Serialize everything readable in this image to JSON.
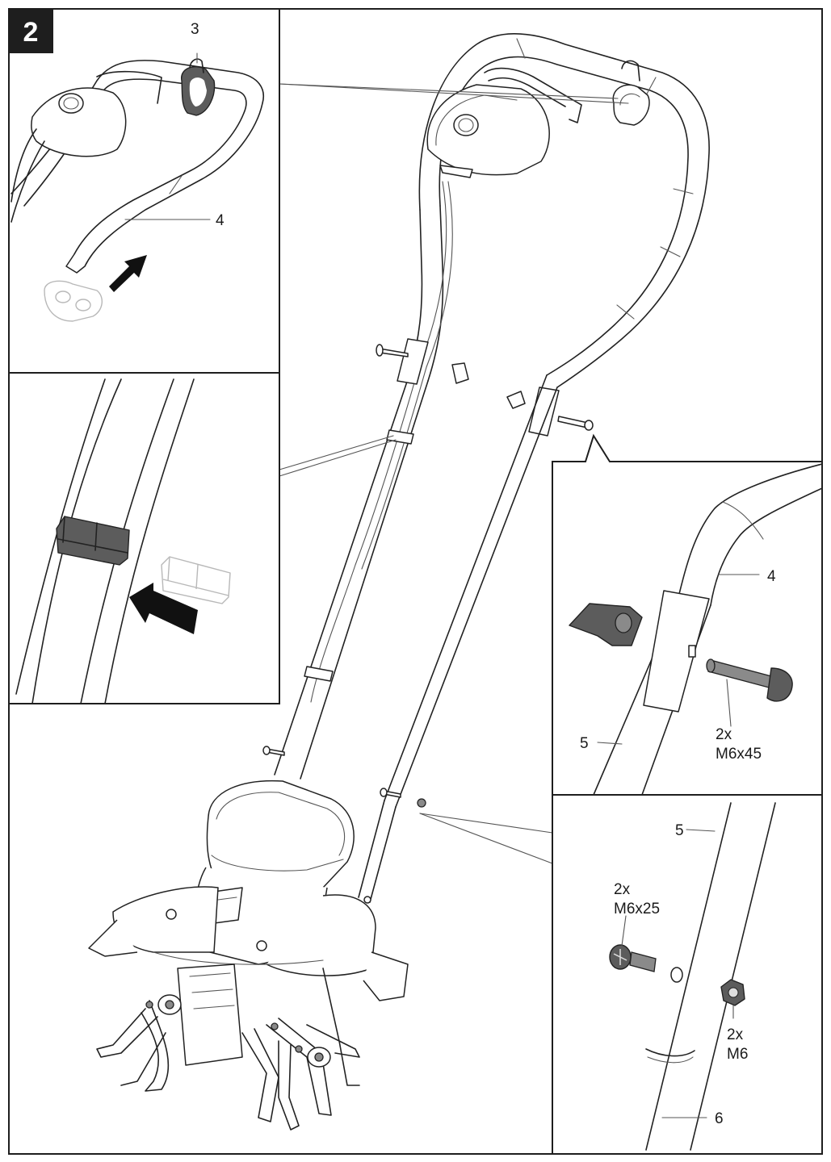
{
  "step": {
    "number": "2"
  },
  "parts": {
    "part_3": "3",
    "part_4_top": "4",
    "part_4_right": "4",
    "part_5_right": "5",
    "part_5_bottom": "5",
    "part_6": "6"
  },
  "hardware": {
    "bolt_m6x45": {
      "qty": "2x",
      "size": "M6x45"
    },
    "bolt_m6x25": {
      "qty": "2x",
      "size": "M6x25"
    },
    "nut_m6": {
      "qty": "2x",
      "size": "M6"
    }
  },
  "colors": {
    "line": "#222222",
    "part_dark": "#5c5c5c",
    "ghost": "#b8b8b8",
    "badge": "#1e1e1e"
  }
}
